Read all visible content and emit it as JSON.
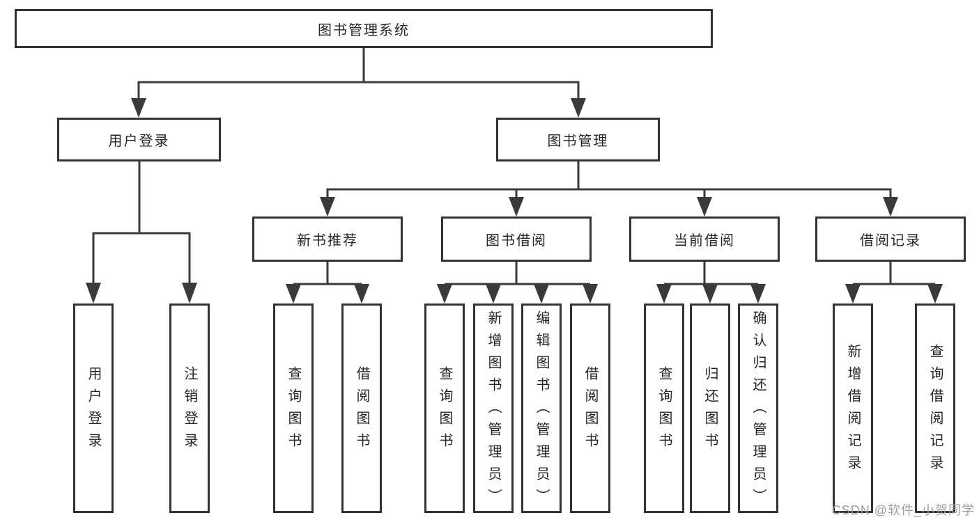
{
  "diagram": {
    "title": "图书管理系统",
    "root": {
      "label": "图书管理系统"
    },
    "branches": [
      {
        "label": "用户登录",
        "children": [
          {
            "label": "用户登录"
          },
          {
            "label": "注销登录"
          }
        ]
      },
      {
        "label": "图书管理",
        "children": [
          {
            "label": "新书推荐",
            "children": [
              {
                "label": "查询图书"
              },
              {
                "label": "借阅图书"
              }
            ]
          },
          {
            "label": "图书借阅",
            "children": [
              {
                "label": "查询图书"
              },
              {
                "label": "新增图书（管理员）"
              },
              {
                "label": "编辑图书（管理员）"
              },
              {
                "label": "借阅图书"
              }
            ]
          },
          {
            "label": "当前借阅",
            "children": [
              {
                "label": "查询图书"
              },
              {
                "label": "归还图书"
              },
              {
                "label": "确认归还（管理员）"
              }
            ]
          },
          {
            "label": "借阅记录",
            "children": [
              {
                "label": "新增借阅记录"
              },
              {
                "label": "查询借阅记录"
              }
            ]
          }
        ]
      }
    ],
    "watermark": "CSDN @软件_小贺同学",
    "colors": {
      "line": "#3a3a3a",
      "border": "#333333",
      "text": "#262626",
      "watermark": "#9e9e9e",
      "background": "#ffffff"
    }
  }
}
